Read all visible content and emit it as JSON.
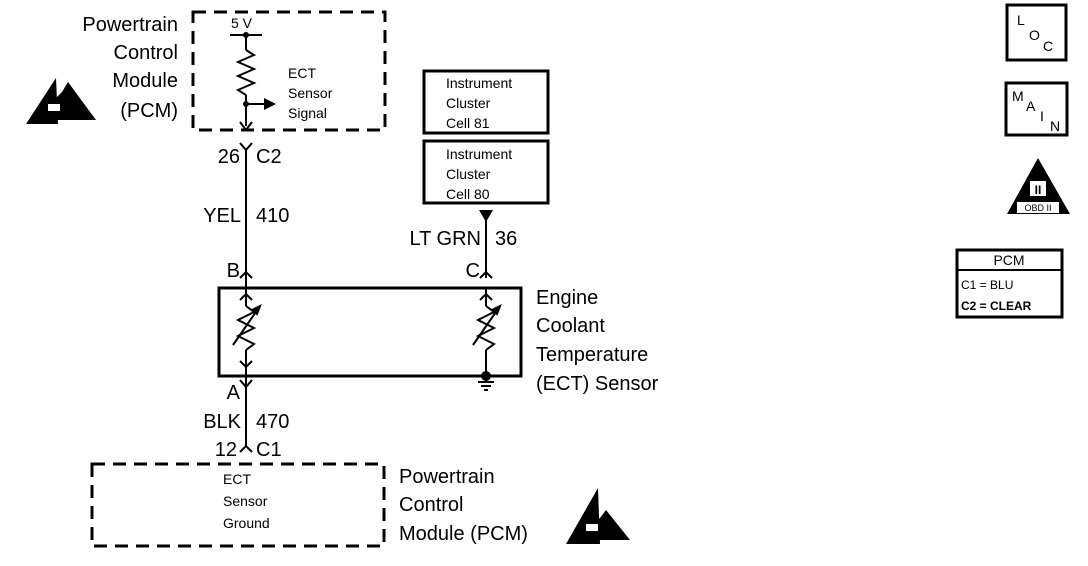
{
  "pcm_top": {
    "module_label": [
      "Powertrain",
      "Control",
      "Module",
      "(PCM)"
    ],
    "voltage": "5 V",
    "signal_label": [
      "ECT",
      "Sensor",
      "Signal"
    ],
    "pin": "26",
    "connector": "C2"
  },
  "wire_signal": {
    "color": "YEL",
    "circuit": "410"
  },
  "instrument_cluster": {
    "boxes": [
      [
        "Instrument",
        "Cluster",
        "Cell 81"
      ],
      [
        "Instrument",
        "Cluster",
        "Cell 80"
      ]
    ],
    "wire_color": "LT GRN",
    "wire_circuit": "36"
  },
  "ect_sensor": {
    "terminal_b": "B",
    "terminal_c": "C",
    "terminal_a": "A",
    "name": [
      "Engine",
      "Coolant",
      "Temperature",
      "(ECT) Sensor"
    ]
  },
  "wire_ground": {
    "color": "BLK",
    "circuit": "470",
    "pin": "12",
    "connector": "C1"
  },
  "pcm_bottom": {
    "ground_label": [
      "ECT",
      "Sensor",
      "Ground"
    ],
    "module_label": [
      "Powertrain",
      "Control",
      "Module (PCM)"
    ]
  },
  "side_refs": {
    "loc": [
      "L",
      "O",
      "C"
    ],
    "main": [
      "M",
      "A",
      "I",
      "N"
    ],
    "obd": {
      "numeral": "II",
      "caption": "OBD II"
    },
    "pcm_legend": {
      "title": "PCM",
      "lines": [
        "C1 = BLU",
        "C2 = CLEAR"
      ]
    }
  }
}
